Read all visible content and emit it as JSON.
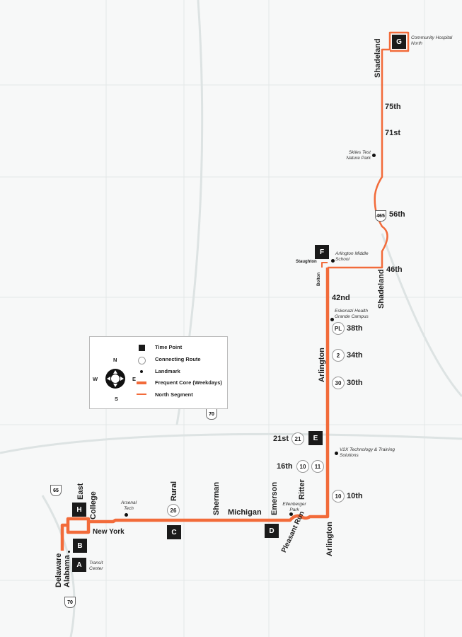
{
  "colors": {
    "route": "#f26b3a",
    "time_point": "#1a1a1a",
    "background": "#f7f8f8"
  },
  "legend": {
    "items": [
      "Time Point",
      "Connecting Route",
      "Landmark",
      "Frequent Core (Weekdays)",
      "North Segment"
    ],
    "compass": {
      "n": "N",
      "e": "E",
      "s": "S",
      "w": "W"
    }
  },
  "time_points": [
    "A",
    "B",
    "C",
    "D",
    "E",
    "F",
    "G",
    "H"
  ],
  "connecting_routes": [
    "26",
    "21",
    "10",
    "11",
    "10",
    "30",
    "2",
    "PL"
  ],
  "streets": {
    "delaware": "Delaware",
    "alabama": "Alabama",
    "east": "East",
    "college": "College",
    "new_york": "New York",
    "rural": "Rural",
    "sherman": "Sherman",
    "michigan": "Michigan",
    "emerson": "Emerson",
    "ritter": "Ritter",
    "pleasant_run": "Pleasant Run",
    "arlington_s": "Arlington",
    "arlington_n": "Arlington",
    "tenth": "10th",
    "sixteenth": "16th",
    "twentyfirst": "21st",
    "thirtieth": "30th",
    "thirtyfourth": "34th",
    "thirtyeighth": "38th",
    "fortysecond": "42nd",
    "fortysixth": "46th",
    "shadeland_s": "Shadeland",
    "staughton": "Staughton",
    "bolton": "Bolton",
    "fiftysixth": "56th",
    "seventyfirst": "71st",
    "seventyfifth": "75th",
    "shadeland_n": "Shadeland"
  },
  "landmarks": {
    "transit_center": "Transit Center",
    "arsenal_tech": "Arsenal Tech",
    "ellenberger": "Ellenberger Park",
    "v2x": "V2X Technology & Training Solutions",
    "eskenazi": "Eskenazi Health Grande Campus",
    "arlington_ms": "Arlington Middle School",
    "skiles": "Skiles Test Nature Park",
    "community": "Community Hospital North"
  },
  "highways": {
    "i65": "65",
    "i70a": "70",
    "i70b": "70",
    "i465": "465"
  }
}
